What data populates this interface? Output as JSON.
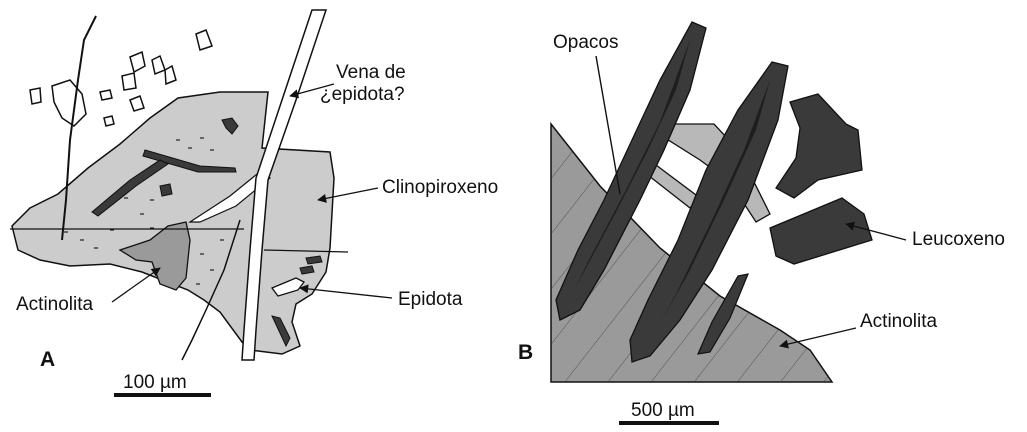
{
  "panel_a": {
    "letter": "A",
    "labels": {
      "vein_line1": "Vena de",
      "vein_line2": "¿epidota?",
      "clinopyroxene": "Clinopiroxeno",
      "actinolite": "Actinolita",
      "epidote": "Epidota"
    },
    "scale_bar": "100 µm"
  },
  "panel_b": {
    "letter": "B",
    "labels": {
      "opaques": "Opacos",
      "leucoxene": "Leucoxeno",
      "actinolite": "Actinolita"
    },
    "scale_bar": "500 µm"
  },
  "colors": {
    "light_gray": "#cccccc",
    "mid_gray": "#9a9a9a",
    "dark": "#3a3a3a",
    "darkest": "#1e1e1e",
    "outline": "#111111"
  }
}
